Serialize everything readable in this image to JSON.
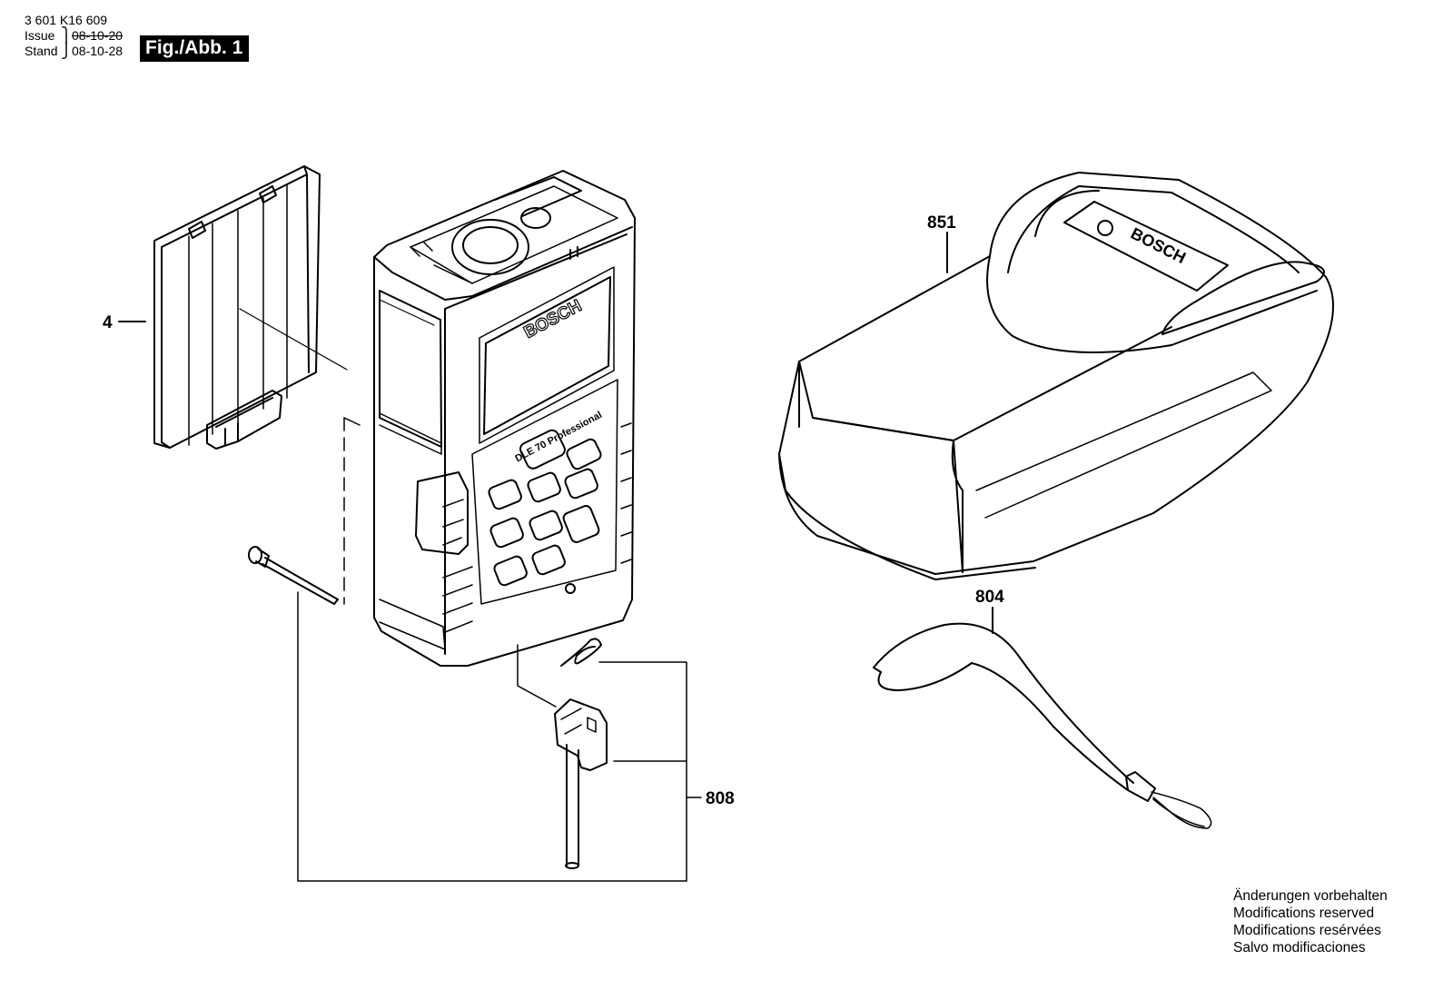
{
  "header": {
    "part_number": "3 601 K16 609",
    "issue_label": "Issue",
    "issue_date": "08-10-20",
    "stand_label": "Stand",
    "stand_date": "08-10-28",
    "figure_label": "Fig./Abb. 1"
  },
  "callouts": {
    "battery_cover": "4",
    "carrying_case": "851",
    "wrist_strap": "804",
    "spare_parts_kit": "808"
  },
  "product_labels": {
    "brand": "BOSCH",
    "model": "DLE 70 Professional"
  },
  "notes": [
    "Änderungen vorbehalten",
    "Modifications reserved",
    "Modifications resérvées",
    "Salvo modificaciones"
  ]
}
